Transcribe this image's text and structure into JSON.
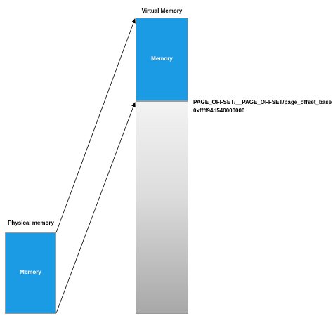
{
  "virtual": {
    "title": "Virtual Memory",
    "memory_label": "Memory"
  },
  "physical": {
    "title": "Physical memory",
    "memory_label": "Memory"
  },
  "annotation": {
    "page_offset_name": "PAGE_OFFSET/__PAGE_OFFSET/page_offset_base",
    "page_offset_value": "0xffff94d540000000"
  },
  "colors": {
    "memory_fill": "#1a9be3",
    "arrow": "#000000"
  }
}
